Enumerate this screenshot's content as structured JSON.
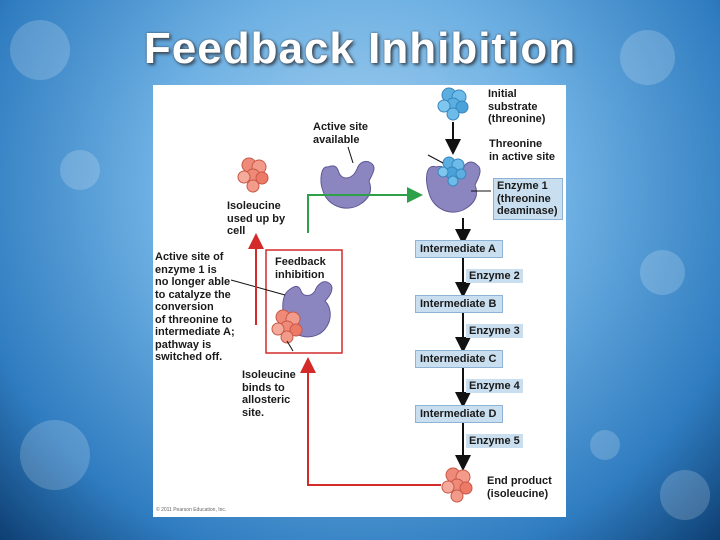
{
  "slide": {
    "title": "Feedback Inhibition"
  },
  "diagram": {
    "initial_substrate": "Initial\nsubstrate\n(threonine)",
    "active_site_available": "Active site\navailable",
    "threonine_in_active_site": "Threonine\nin active site",
    "enzyme1": "Enzyme 1\n(threonine\ndeaminase)",
    "isoleucine_used_up": "Isoleucine\nused up by\ncell",
    "feedback_inhibition": "Feedback\ninhibition",
    "active_site_blocked": "Active site of\nenzyme 1 is\nno longer able\nto catalyze the\nconversion\nof threonine to\nintermediate A;\npathway is\nswitched off.",
    "isoleucine_binds": "Isoleucine\nbinds to\nallosteric\nsite.",
    "end_product": "End product\n(isoleucine)",
    "intermediates": [
      "Intermediate A",
      "Intermediate B",
      "Intermediate C",
      "Intermediate D"
    ],
    "enzymes": [
      "Enzyme 2",
      "Enzyme 3",
      "Enzyme 4",
      "Enzyme 5"
    ],
    "copyright": "© 2011 Pearson Education, Inc."
  },
  "colors": {
    "substrate": "#5aaee0",
    "isoleucine": "#f08a78",
    "enzyme": "#8c86c0",
    "green_arrow": "#2ea04a",
    "red_arrow": "#d42a2a",
    "step_box": "#c9dff0"
  }
}
